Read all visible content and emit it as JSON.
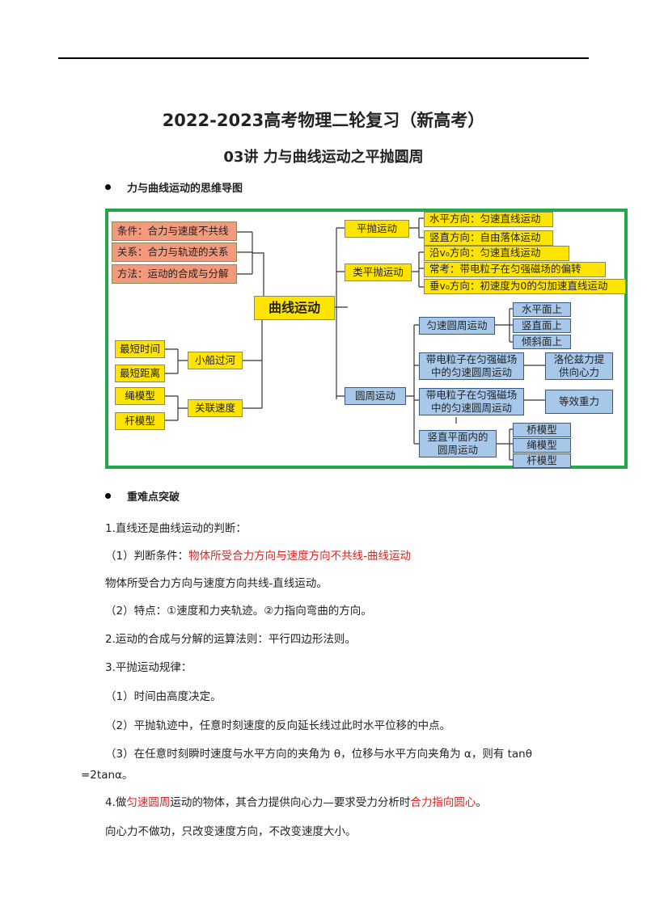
{
  "header": {
    "title": "2022-2023高考物理二轮复习（新高考）",
    "subtitle": "03讲  力与曲线运动之平抛圆周"
  },
  "section1": {
    "heading": "力与曲线运动的思维导图"
  },
  "mindmap": {
    "center": "曲线运动",
    "left_top": [
      "条件：合力与速度不共线",
      "关系：合力与轨迹的关系",
      "方法：运动的合成与分解"
    ],
    "boat": {
      "hub": "小船过河",
      "items": [
        "最短时间",
        "最短距离"
      ]
    },
    "link": {
      "hub": "关联速度",
      "items": [
        "绳模型",
        "杆模型"
      ]
    },
    "projectile": {
      "hub": "平抛运动",
      "items": [
        "水平方向：匀速直线运动",
        "竖直方向：自由落体运动"
      ]
    },
    "quasi": {
      "hub": "类平抛运动",
      "items": [
        "沿v₀方向：匀速直线运动",
        "常考：带电粒子在匀强磁场的偏转",
        "垂v₀方向：初速度为0的匀加速直线运动"
      ]
    },
    "circular": {
      "hub": "圆周运动",
      "uniform": {
        "label": "匀速圆周运动",
        "items": [
          "水平面上",
          "竖直面上",
          "倾斜面上"
        ]
      },
      "charged1": {
        "label": "带电粒子在匀强磁场\n中的匀速圆周运动",
        "note": "洛伦兹力提\n供向心力"
      },
      "charged2": {
        "label": "带电粒子在匀强磁场\n中的匀速圆周运动",
        "note": "等效重力"
      },
      "vertical": {
        "label": "竖直平面内的\n圆周运动",
        "items": [
          "桥模型",
          "绳模型",
          "杆模型"
        ]
      }
    }
  },
  "section2": {
    "heading": "重难点突破"
  },
  "body": {
    "p1": "1.直线还是曲线运动的判断：",
    "p2_prefix": "（1）判断条件：",
    "p2_red": "物体所受合力方向与速度方向不共线-曲线运动",
    "p3": "物体所受合力方向与速度方向共线-直线运动。",
    "p4": "（2）特点：①速度和力夹轨迹。②力指向弯曲的方向。",
    "p5": "2.运动的合成与分解的运算法则：平行四边形法则。",
    "p6": "3.平抛运动规律：",
    "p7": "（1）时间由高度决定。",
    "p8": "（2）平抛轨迹中，任意时刻速度的反向延长线过此时水平位移的中点。",
    "p9": "（3）在任意时刻瞬时速度与水平方向的夹角为 θ，位移与水平方向夹角为 α，则有 tanθ",
    "p10": "=2tanα。",
    "p11_a": "4.做",
    "p11_red1": "匀速圆周",
    "p11_b": "运动的物体，其合力提供向心力—要求受力分析时",
    "p11_red2": "合力指向圆心",
    "p11_c": "。",
    "p12": "向心力不做功，只改变速度方向，不改变速度大小。"
  }
}
